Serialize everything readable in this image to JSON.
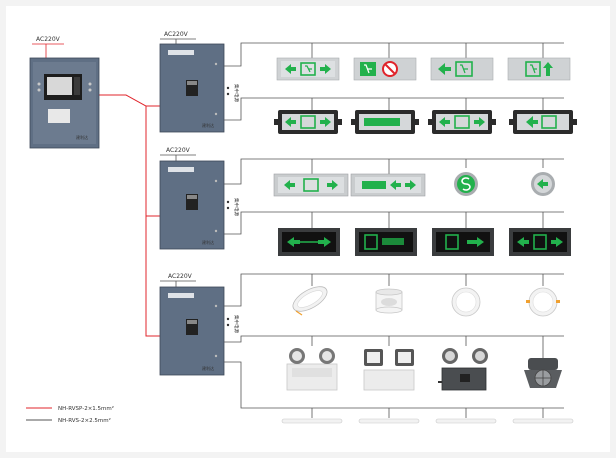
{
  "controller": {
    "power_label": "AC220V",
    "brand": "建利达"
  },
  "distribution_boxes": [
    {
      "power_label": "AC220V",
      "brand": "建利达",
      "side_text": "集中电源"
    },
    {
      "power_label": "AC220V",
      "brand": "建利达",
      "side_text": "集中电源"
    },
    {
      "power_label": "AC220V",
      "brand": "建利达",
      "side_text": "集中电源"
    }
  ],
  "colors": {
    "power_line": "#e0242b",
    "signal_line": "#333333",
    "exit_green": "#22b14c",
    "box_body": "#5f6f84"
  },
  "legend": [
    {
      "text": "NH-RVSP-2×1.5mm²",
      "color": "#e0242b"
    },
    {
      "text": "NH-RVS-2×2.5mm²",
      "color": "#555555"
    }
  ],
  "device_icons": {
    "row1": [
      "exit-sign-double-arrow-icon",
      "no-exit-sign-icon",
      "exit-sign-left-icon",
      "exit-sign-up-icon"
    ],
    "row2": [
      "exit-box-double-arrow-icon",
      "exit-box-text-icon",
      "exit-box-double-arrow-icon",
      "exit-box-left-icon"
    ],
    "row3": [
      "hanging-exit-sign-icon",
      "hanging-exit-sign-icon",
      "round-indicator-s-icon",
      "round-indicator-left-icon"
    ],
    "row4": [
      "floor-exit-box-double-arrow-icon",
      "floor-exit-box-text-icon",
      "floor-exit-box-right-icon",
      "floor-exit-box-double-arrow-icon"
    ],
    "row5": [
      "downlight-tilted-icon",
      "cylinder-downlight-icon",
      "round-downlight-icon",
      "round-downlight-orange-icon"
    ],
    "row6": [
      "twin-spot-emergency-light-icon",
      "twin-square-emergency-light-icon",
      "twin-spot-explosion-proof-icon",
      "explosion-proof-lamp-icon"
    ],
    "row7": [
      "linear-tube-light-icon",
      "linear-tube-light-icon",
      "linear-tube-light-icon",
      "linear-tube-light-icon"
    ]
  }
}
